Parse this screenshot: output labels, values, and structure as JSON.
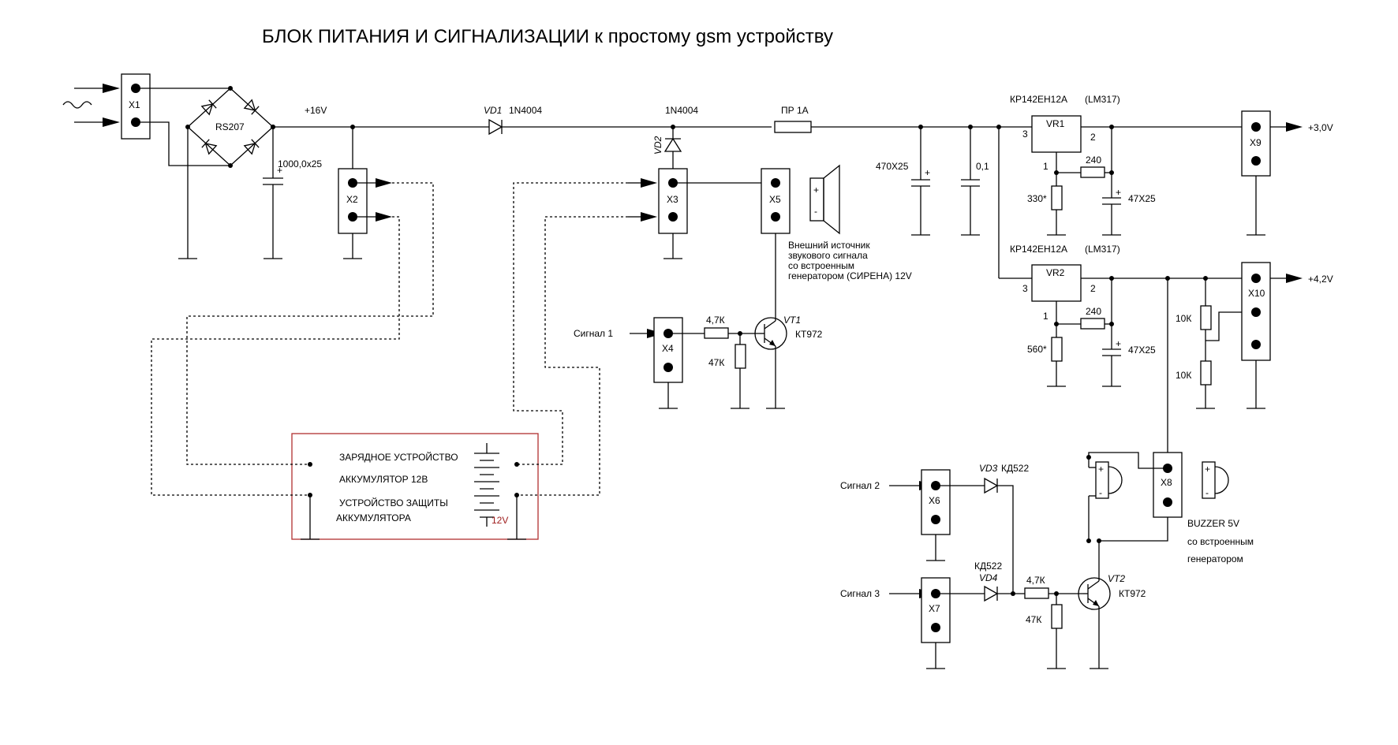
{
  "title": "БЛОК ПИТАНИЯ И СИГНАЛИЗАЦИИ к простому gsm устройству",
  "labels": {
    "x1": "X1",
    "x2": "X2",
    "x3": "X3",
    "x4": "X4",
    "x5": "X5",
    "x6": "X6",
    "x7": "X7",
    "x8": "X8",
    "x9": "X9",
    "x10": "X10",
    "rs207": "RS207",
    "v16": "+16V",
    "c1000": "1000,0x25",
    "vd1": "VD1",
    "n4004a": "1N4004",
    "n4004b": "1N4004",
    "vd2": "VD2",
    "fuse": "ПР 1А",
    "siren1": "Внешний источник",
    "siren2": "звукового сигнала",
    "siren3": "со встроенным",
    "siren4": "генератором  (СИРЕНА) 12V",
    "sig1": "Сигнал 1",
    "r47k_1": "4,7К",
    "r47_1": "47К",
    "vt1": "VT1",
    "kt972a": "КТ972",
    "c470": "470X25",
    "c01": "0,1",
    "kr1": "КР142ЕН12А",
    "lm1": "(LM317)",
    "vr1": "VR1",
    "vr1p3": "3",
    "vr1p2": "2",
    "vr1p1": "1",
    "r240a": "240",
    "r330": "330*",
    "c47a": "47X25",
    "out30": "+3,0V",
    "kr2": "КР142ЕН12А",
    "lm2": "(LM317)",
    "vr2": "VR2",
    "vr2p3": "3",
    "vr2p2": "2",
    "vr2p1": "1",
    "r240b": "240",
    "r560": "560*",
    "c47b": "47X25",
    "out42": "+4,2V",
    "r10ka": "10К",
    "r10kb": "10К",
    "charger": "ЗАРЯДНОЕ УСТРОЙСТВО",
    "battery": "АККУМУЛЯТОР  12В",
    "prot1": "УСТРОЙСТВО ЗАЩИТЫ",
    "prot2": "АККУМУЛЯТОРА",
    "bat12": "12V",
    "sig2": "Сигнал 2",
    "sig3": "Сигнал 3",
    "vd3": "VD3",
    "kd522a": "КД522",
    "kd522b": "КД522",
    "vd4": "VD4",
    "r47k_2": "4,7К",
    "r47_2": "47К",
    "vt2": "VT2",
    "kt972b": "КТ972",
    "buz1": "BUZZER  5V",
    "buz2": "со встроенным",
    "buz3": "генератором",
    "plus": "+",
    "minus": "-"
  }
}
